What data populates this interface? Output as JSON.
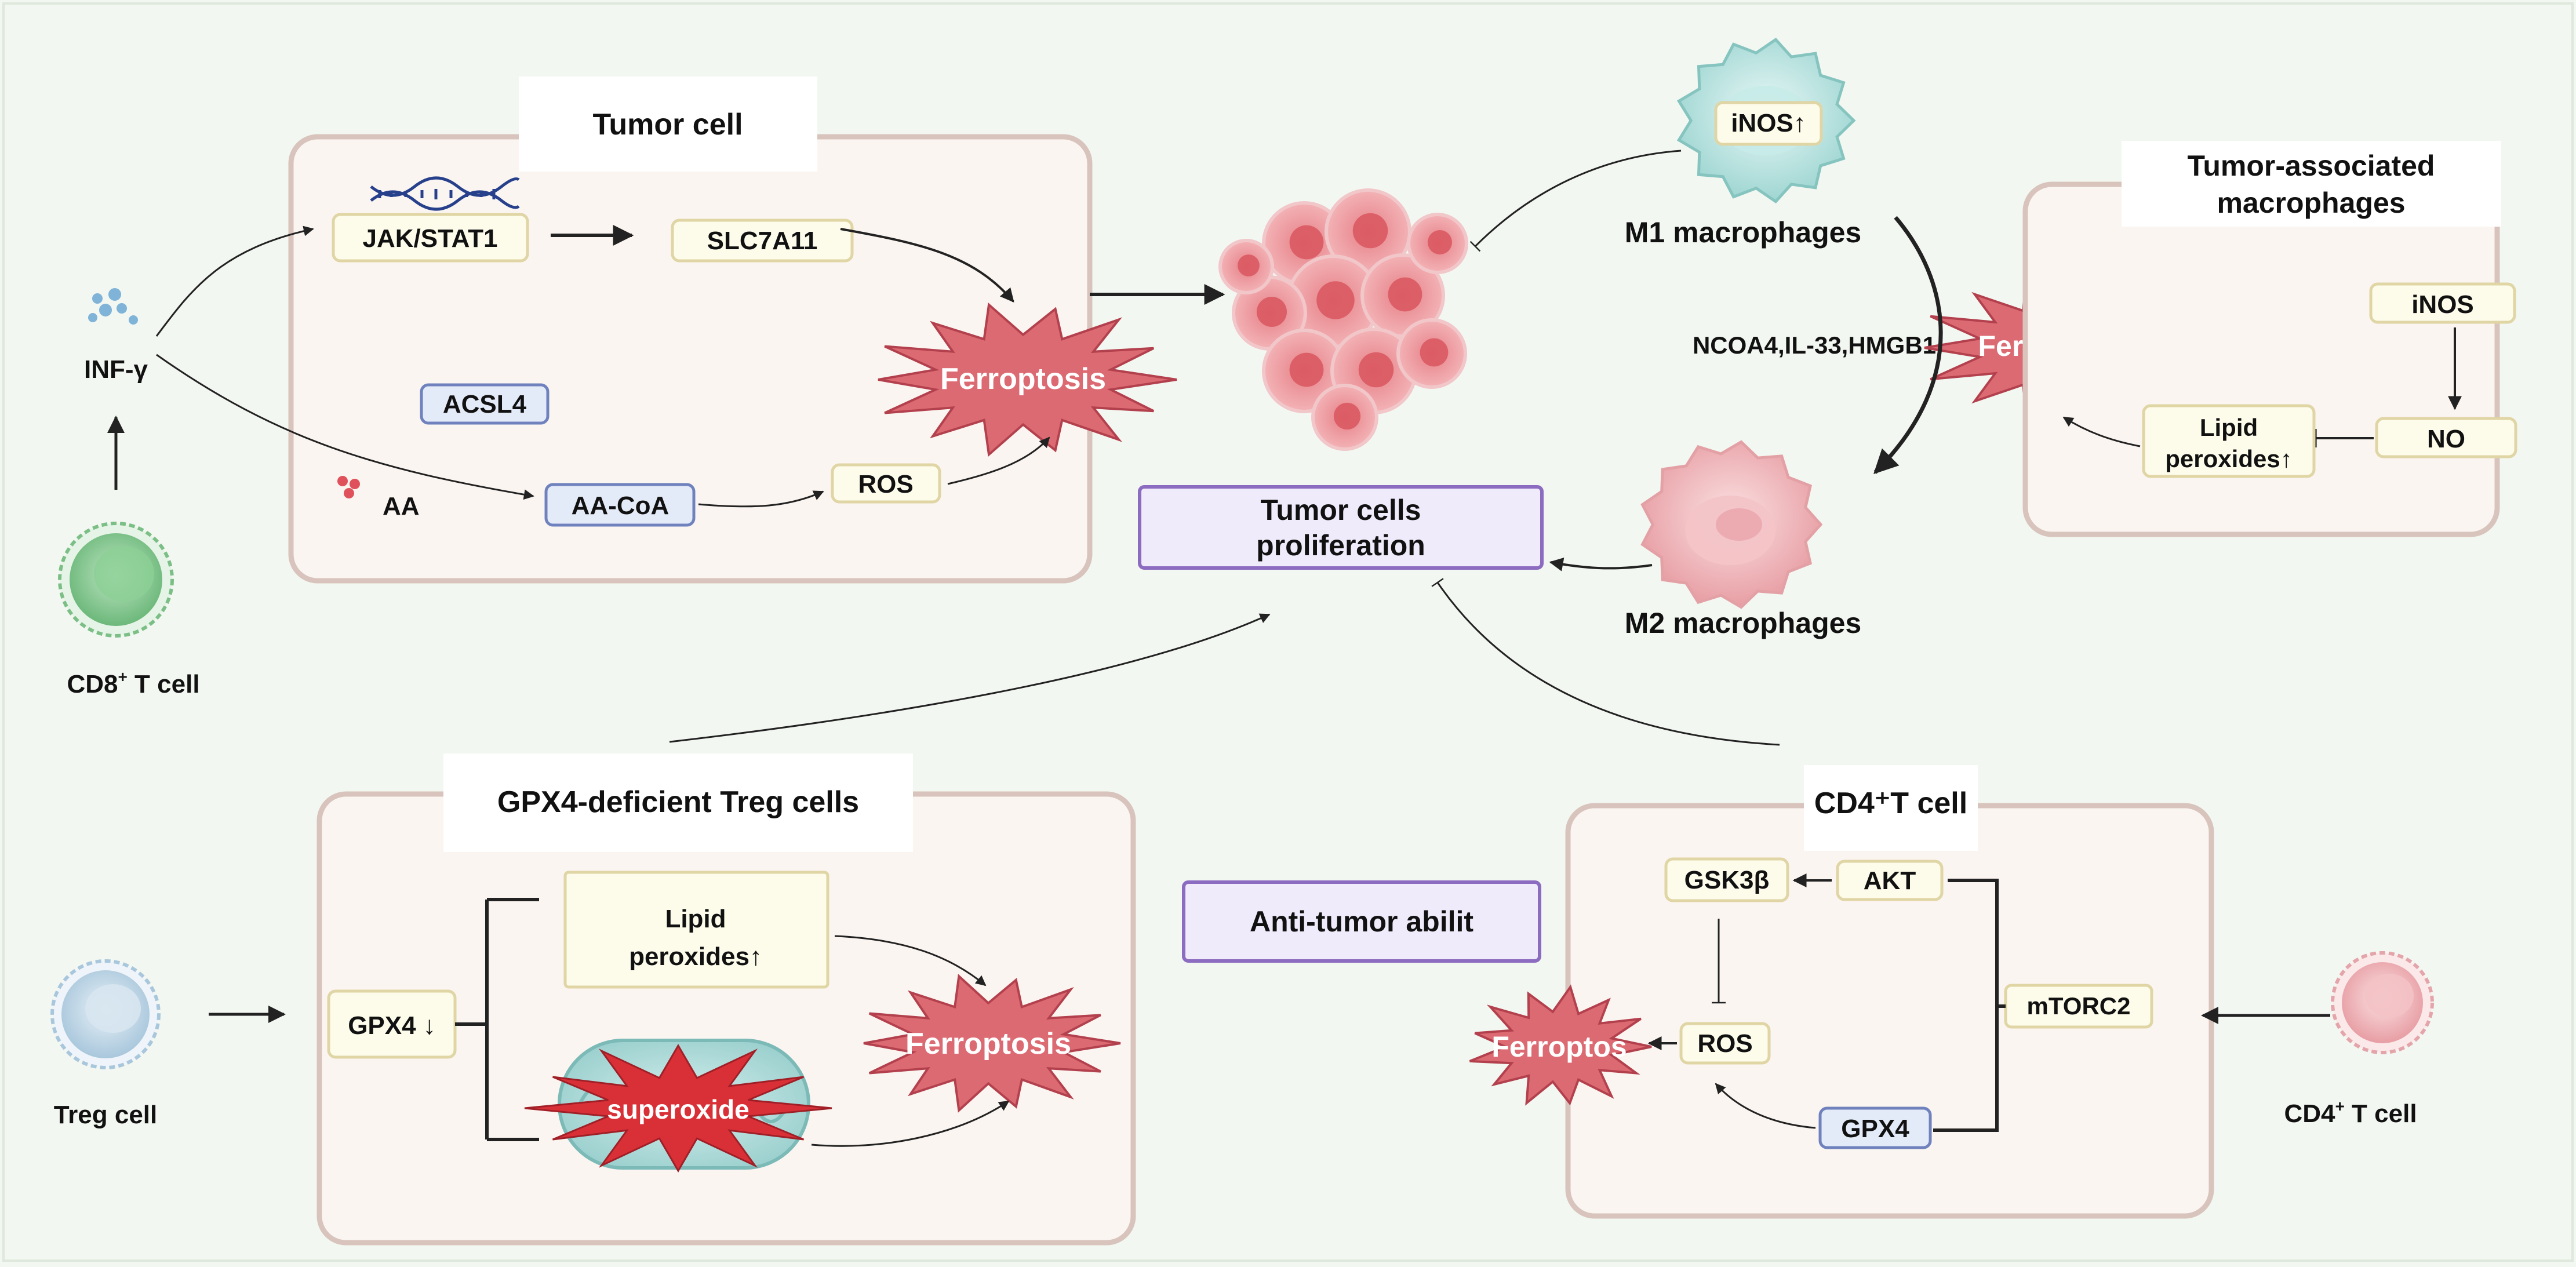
{
  "tumor_cell": {
    "title": "Tumor cell",
    "jak_stat1": "JAK/STAT1",
    "slc7a11": "SLC7A11",
    "acsl4": "ACSL4",
    "aa": "AA",
    "aa_coa": "AA-CoA",
    "ros": "ROS",
    "ferroptosis": "Ferroptosis"
  },
  "cd8": {
    "inf_gamma": "INF-γ",
    "label_main": "CD8",
    "label_sup": "+",
    "label_rest": " T cell"
  },
  "center": {
    "proliferation_line1": "Tumor cells",
    "proliferation_line2": "proliferation",
    "anti_tumor": "Anti-tumor abilit"
  },
  "macrophages": {
    "inos_up": "iNOS↑",
    "m1_label": "M1 macrophages",
    "m2_label": "M2 macrophages",
    "mediators": "NCOA4,IL-33,HMGB1",
    "ferroptosis": "Ferroptosis"
  },
  "tam": {
    "title_line1": "Tumor-associated",
    "title_line2": "macrophages",
    "inos": "iNOS",
    "no": "NO",
    "lipid_line1": "Lipid",
    "lipid_line2": "peroxides↑"
  },
  "treg": {
    "title": "GPX4-deficient Treg cells",
    "cell_label": "Treg cell",
    "gpx4_down": "GPX4 ↓",
    "lipid_line1": "Lipid",
    "lipid_line2": "peroxides↑",
    "superoxide": "superoxide",
    "ferroptosis": "Ferroptosis"
  },
  "cd4": {
    "title": "CD4⁺T cell",
    "gsk3b": "GSK3β",
    "akt": "AKT",
    "mtorc2": "mTORC2",
    "ros": "ROS",
    "gpx4": "GPX4",
    "ferroptosis": "Ferroptos",
    "cell_main": "CD4",
    "cell_sup": "+",
    "cell_rest": " T cell"
  },
  "colors": {
    "background": "#f3f7f1",
    "panel_fill": "#fbf5f1",
    "panel_stroke": "#d8c4bc",
    "box_yellow_fill": "#fdfbea",
    "box_yellow_stroke": "#e0d5a4",
    "box_blue_fill": "#e4ebf8",
    "box_blue_stroke": "#6f82bd",
    "box_purple_fill": "#f0ebfa",
    "box_purple_stroke": "#8c6cc0",
    "burst_fill": "#dc6a72",
    "burst_stroke": "#b3404d"
  }
}
